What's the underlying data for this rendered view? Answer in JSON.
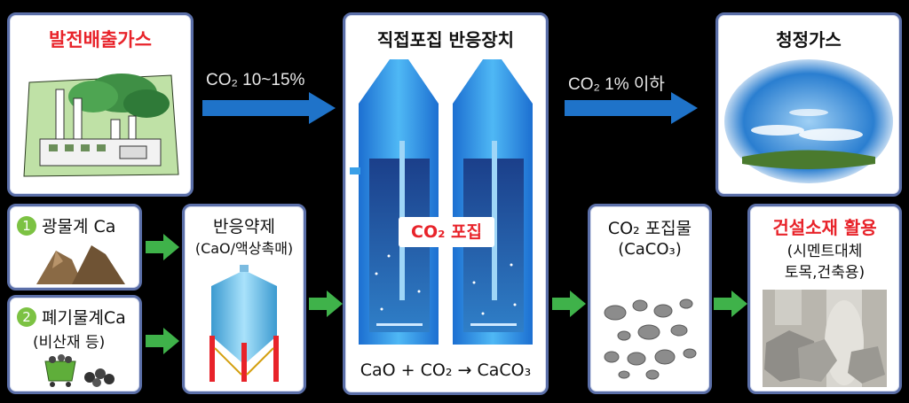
{
  "flue_gas": {
    "title": "발전배출가스"
  },
  "reactor": {
    "title": "직접포집 반응장치",
    "capture_label": "CO₂ 포집",
    "equation": "CaO + CO₂ → CaCO₃"
  },
  "clean_gas": {
    "title": "청정가스"
  },
  "arrow_in": {
    "label": "CO₂ 10~15%"
  },
  "arrow_out": {
    "label": "CO₂ 1% 이하"
  },
  "source1": {
    "number": "1",
    "label": "광물계 Ca"
  },
  "source2": {
    "number": "2",
    "label": "폐기물계Ca",
    "sub": "(비산재 등)"
  },
  "reagent": {
    "title": "반응약제",
    "sub": "(CaO/액상촉매)"
  },
  "product": {
    "title": "CO₂ 포집물",
    "sub": "(CaCO₃)"
  },
  "utilization": {
    "title": "건설소재 활용",
    "sub1": "(시멘트대체",
    "sub2": "토목,건축용)"
  },
  "colors": {
    "red": "#e8232a",
    "arrow_blue": "#1f73c9",
    "arrow_green": "#3fb24a",
    "border": "#5b6fa8"
  }
}
